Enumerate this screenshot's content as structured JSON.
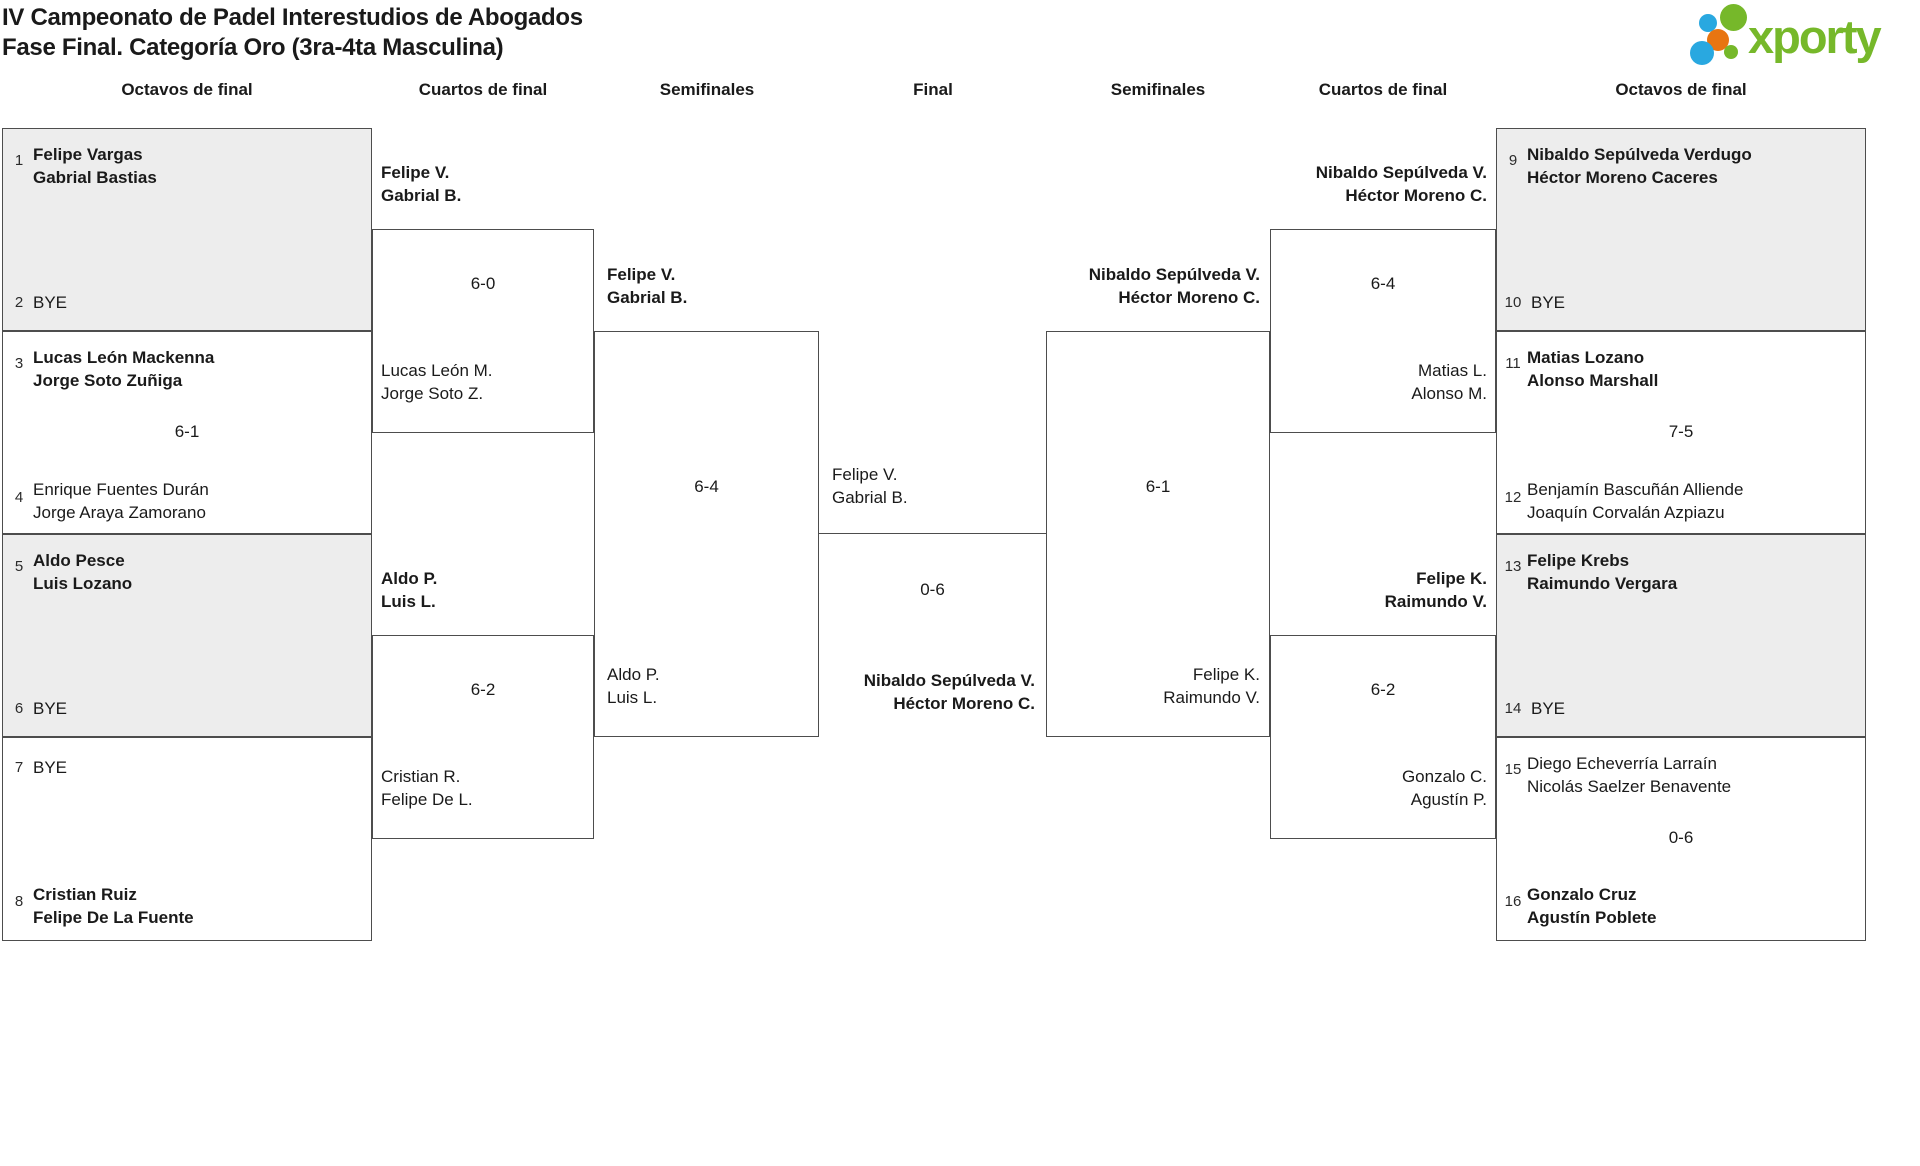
{
  "page": {
    "title_line1": "IV Campeonato de Padel Interestudios de Abogados",
    "title_line2": "Fase Final. Categoría Oro (3ra-4ta Masculina)"
  },
  "logo": {
    "text": "xporty"
  },
  "colors": {
    "logo_green": "#76b82a",
    "logo_blue": "#29a8e0",
    "logo_orange": "#e87511",
    "bracket_line": "#4d4d4d",
    "shaded_box": "#ededed",
    "text": "#1a1a1a"
  },
  "round_headers": [
    "Octavos de final",
    "Cuartos de final",
    "Semifinales",
    "Final",
    "Semifinales",
    "Cuartos de final",
    "Octavos de final"
  ],
  "octavos_left": [
    {
      "seed_top": "1",
      "top": [
        "Felipe Vargas",
        "Gabrial Bastias"
      ],
      "seed_bottom": "2",
      "bottom": [
        "BYE"
      ]
    },
    {
      "seed_top": "3",
      "top": [
        "Lucas León Mackenna",
        "Jorge Soto Zuñiga"
      ],
      "score": "6-1",
      "seed_bottom": "4",
      "bottom": [
        "Enrique Fuentes Durán",
        "Jorge Araya Zamorano"
      ]
    },
    {
      "seed_top": "5",
      "top": [
        "Aldo Pesce",
        "Luis Lozano"
      ],
      "seed_bottom": "6",
      "bottom": [
        "BYE"
      ]
    },
    {
      "seed_top": "7",
      "top": [
        "BYE"
      ],
      "seed_bottom": "8",
      "bottom": [
        "Cristian Ruiz",
        "Felipe De La Fuente"
      ]
    }
  ],
  "octavos_right": [
    {
      "seed_top": "9",
      "top": [
        "Nibaldo Sepúlveda Verdugo",
        "Héctor Moreno Caceres"
      ],
      "seed_bottom": "10",
      "bottom": [
        "BYE"
      ]
    },
    {
      "seed_top": "11",
      "top": [
        "Matias Lozano",
        "Alonso Marshall"
      ],
      "score": "7-5",
      "seed_bottom": "12",
      "bottom": [
        "Benjamín Bascuñán Alliende",
        "Joaquín Corvalán Azpiazu"
      ]
    },
    {
      "seed_top": "13",
      "top": [
        "Felipe Krebs",
        "Raimundo Vergara"
      ],
      "seed_bottom": "14",
      "bottom": [
        "BYE"
      ]
    },
    {
      "seed_top": "15",
      "top": [
        "Diego Echeverría Larraín",
        "Nicolás Saelzer Benavente"
      ],
      "score": "0-6",
      "seed_bottom": "16",
      "bottom": [
        "Gonzalo Cruz",
        "Agustín Poblete"
      ]
    }
  ],
  "cuartos_left": [
    {
      "winner": [
        "Felipe V.",
        "Gabrial B."
      ],
      "score": "6-0",
      "loser": [
        "Lucas León M.",
        "Jorge Soto Z."
      ]
    },
    {
      "winner": [
        "Aldo P.",
        "Luis L."
      ],
      "score": "6-2",
      "loser": [
        "Cristian R.",
        "Felipe De L."
      ]
    }
  ],
  "cuartos_right": [
    {
      "winner": [
        "Nibaldo Sepúlveda V.",
        "Héctor Moreno C."
      ],
      "score": "6-4",
      "loser": [
        "Matias L.",
        "Alonso M."
      ]
    },
    {
      "winner": [
        "Felipe K.",
        "Raimundo V."
      ],
      "score": "6-2",
      "loser": [
        "Gonzalo C.",
        "Agustín P."
      ]
    }
  ],
  "semis_left": {
    "winner": [
      "Felipe V.",
      "Gabrial B."
    ],
    "score": "6-4",
    "loser": [
      "Aldo P.",
      "Luis L."
    ]
  },
  "semis_right": {
    "winner": [
      "Nibaldo Sepúlveda V.",
      "Héctor Moreno C."
    ],
    "score": "6-1",
    "loser": [
      "Felipe K.",
      "Raimundo V."
    ]
  },
  "final": {
    "top_team": [
      "Felipe V.",
      "Gabrial B."
    ],
    "score": "0-6",
    "winner": [
      "Nibaldo Sepúlveda V.",
      "Héctor Moreno C."
    ]
  }
}
